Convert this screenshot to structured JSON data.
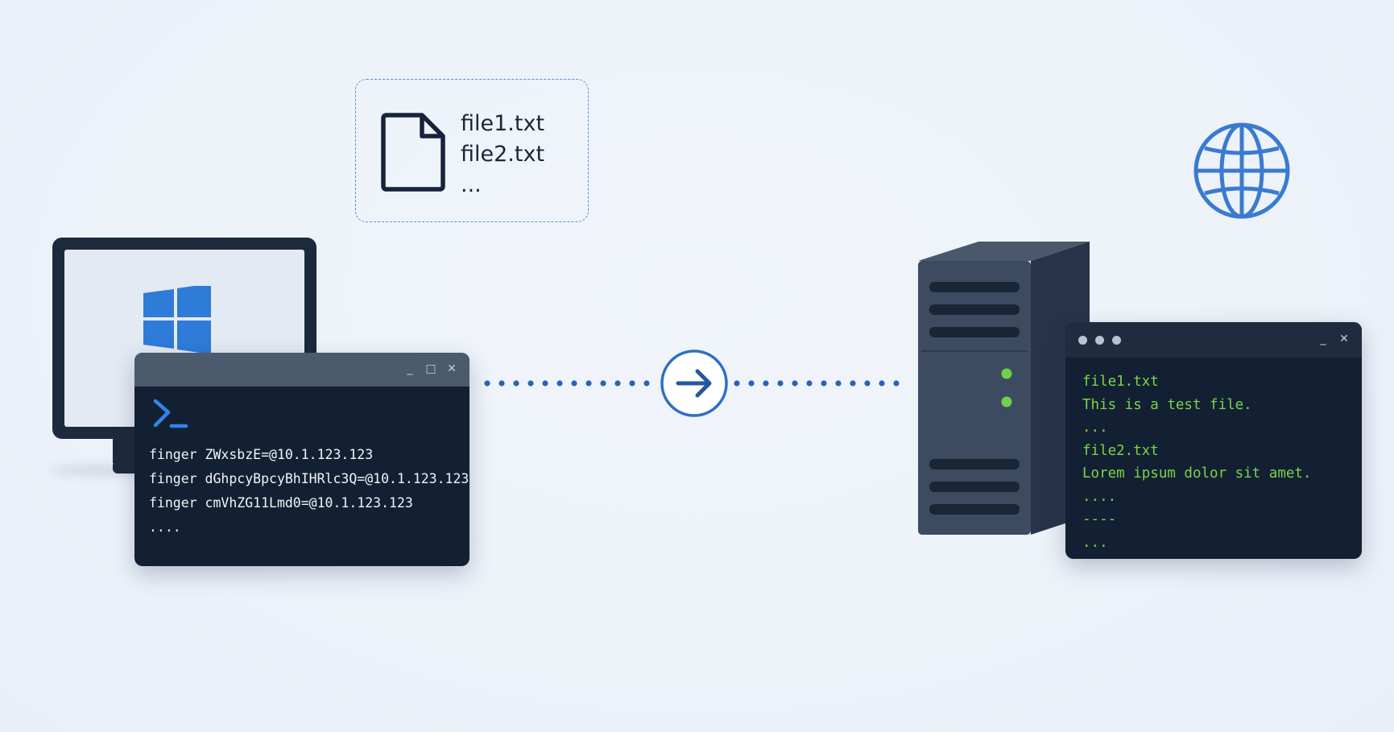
{
  "colors": {
    "accent": "#2f6fc4",
    "terminal_bg": "#132033",
    "terminal_text_light": "#f1f4f8",
    "terminal_text_green": "#7bd34a",
    "server_body": "#3d4b60"
  },
  "file_card": {
    "icon": "document-icon",
    "files": [
      "file1.txt",
      "file2.txt",
      "..."
    ]
  },
  "client": {
    "icon": "windows-logo-icon",
    "terminal": {
      "prompt_icon": "powershell-prompt-icon",
      "window_controls": [
        "_",
        "□",
        "✕"
      ],
      "lines": [
        "finger ZWxsbzE=@10.1.123.123",
        "finger dGhpcyBpcyBhIHRlc3Q=@10.1.123.123",
        "finger cmVhZG11Lmd0=@10.1.123.123",
        "...."
      ]
    }
  },
  "connection": {
    "icon": "arrow-right-icon"
  },
  "server": {
    "icon": "server-tower-icon",
    "globe_icon": "globe-icon",
    "terminal": {
      "window_controls": [
        "_",
        "✕"
      ],
      "lines": [
        "file1.txt",
        "This is a test file.",
        "...",
        "file2.txt",
        "Lorem ipsum dolor sit amet.",
        "....",
        "----",
        "..."
      ]
    }
  }
}
